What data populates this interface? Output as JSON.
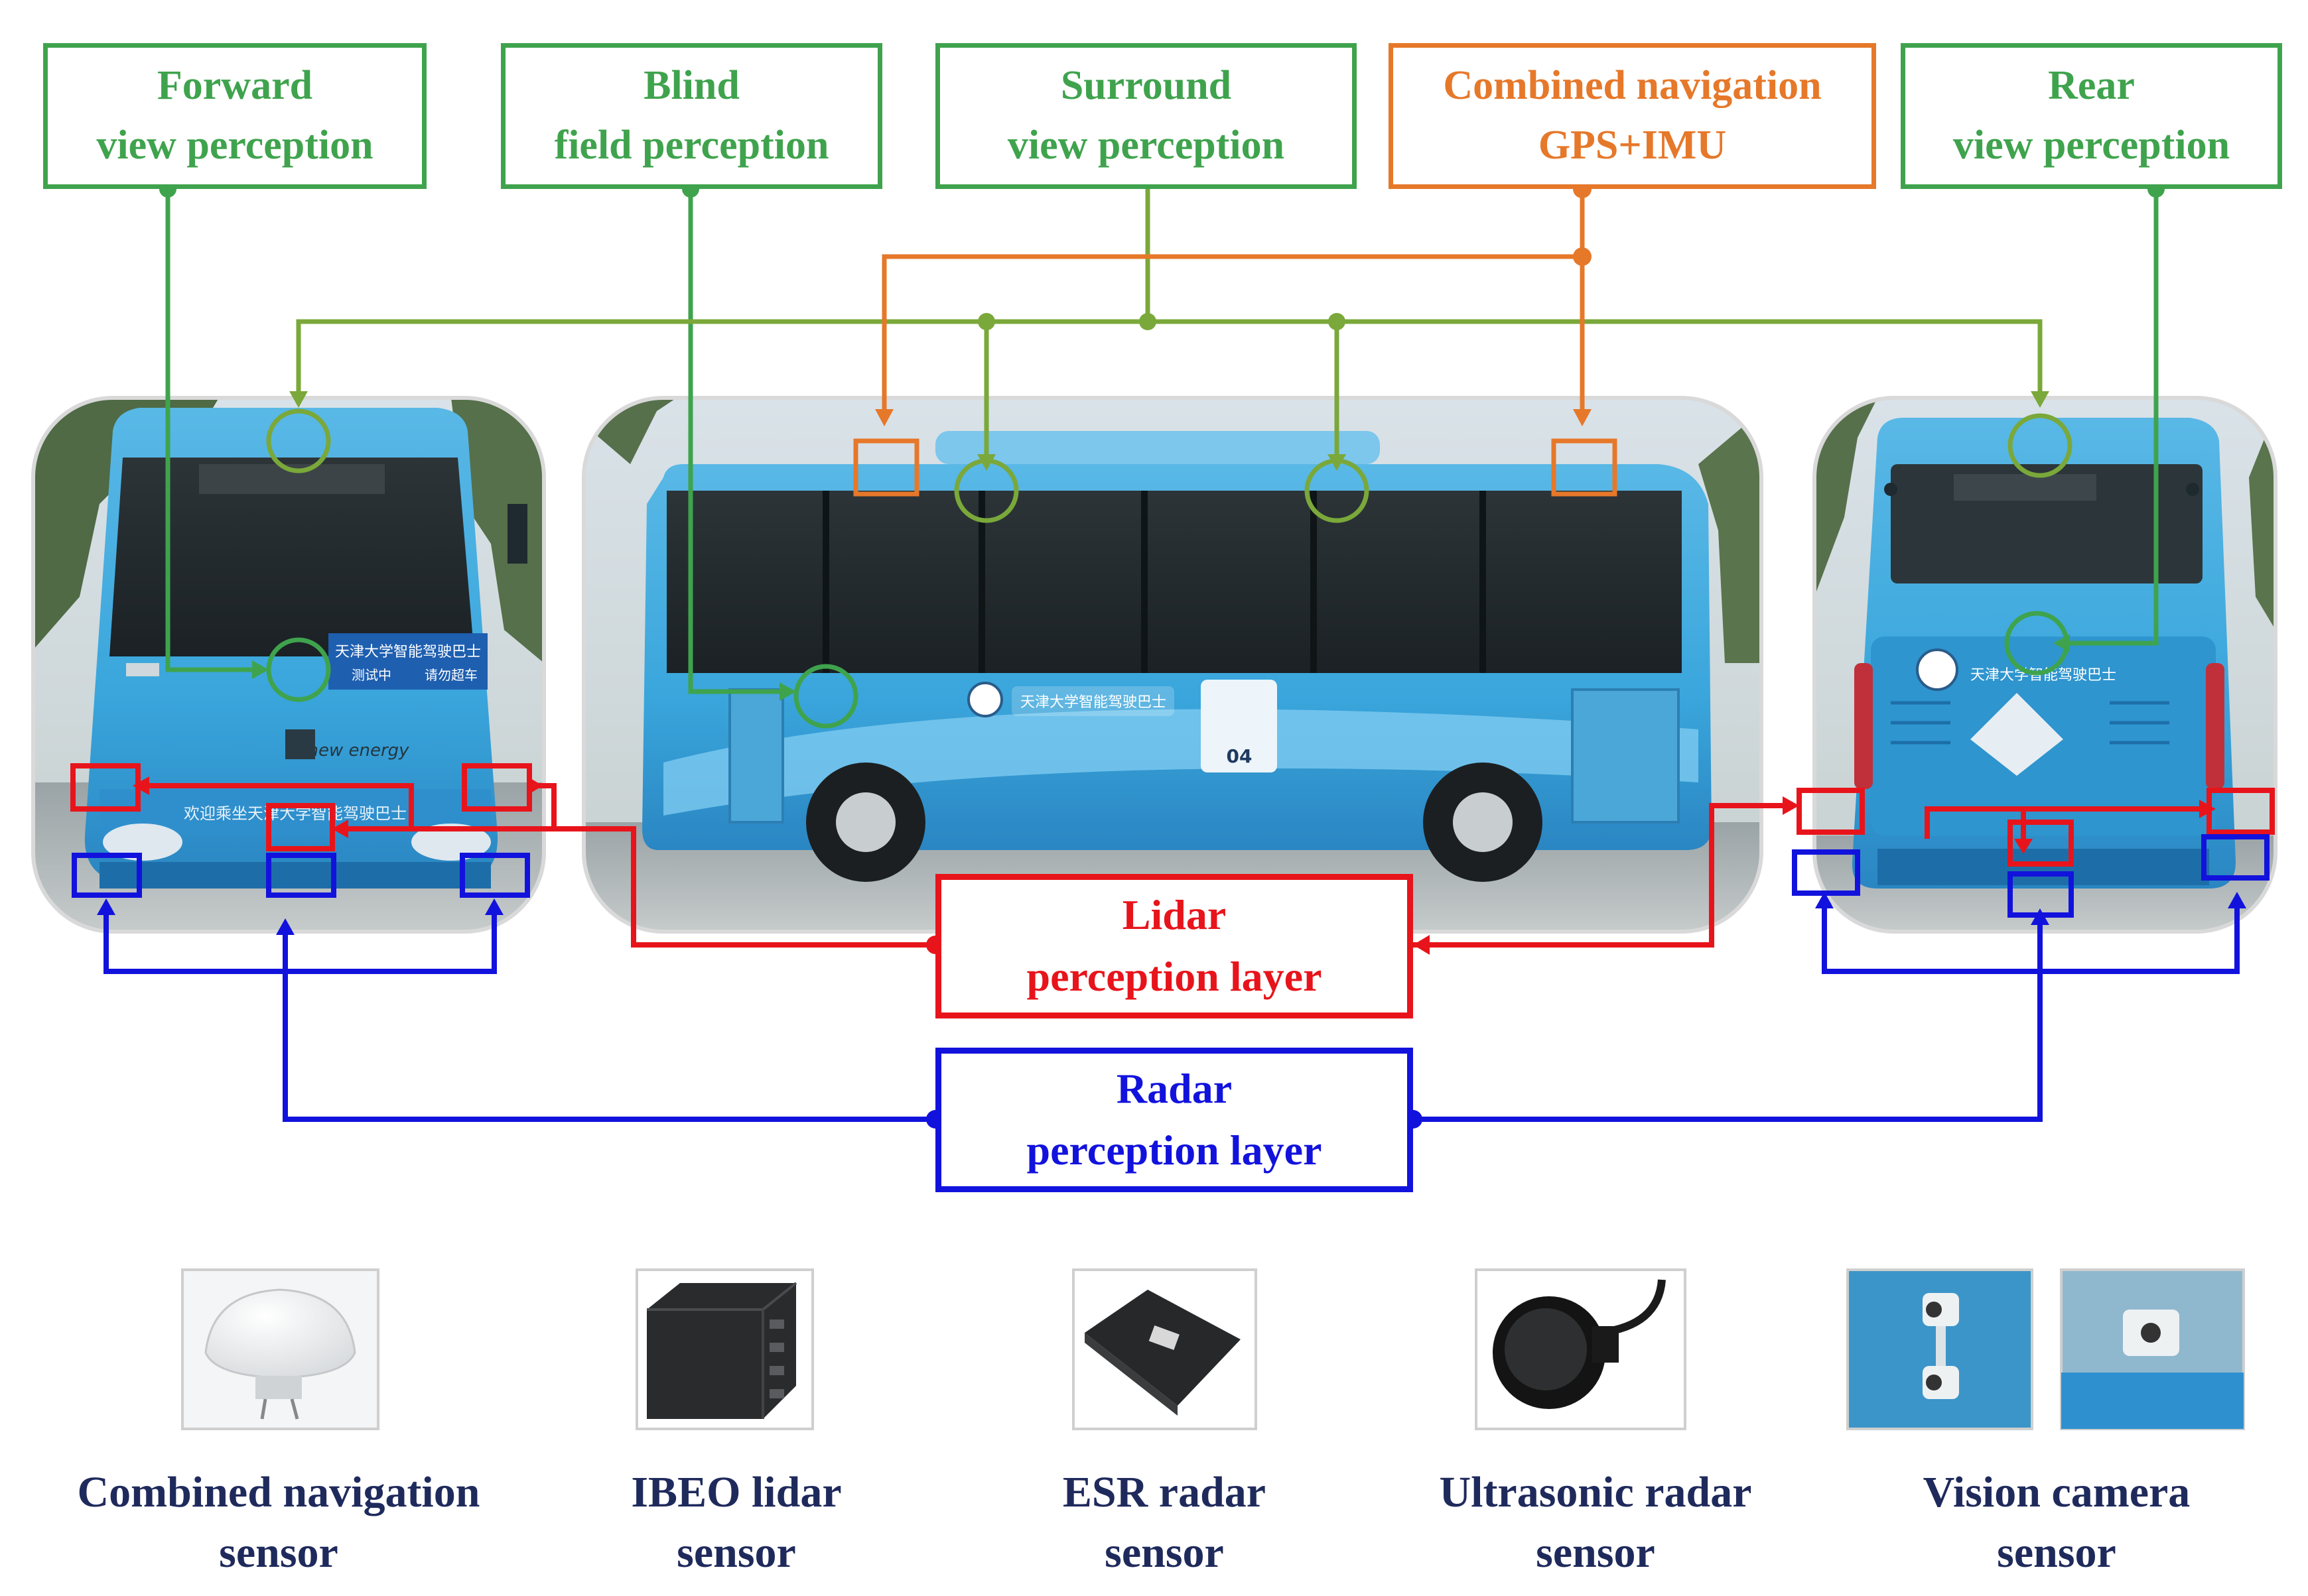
{
  "top_boxes": {
    "forward": [
      "Forward",
      "view perception"
    ],
    "blind": [
      "Blind",
      "field perception"
    ],
    "surround": [
      "Surround",
      "view perception"
    ],
    "navigation": [
      "Combined navigation",
      "GPS+IMU"
    ],
    "rear": [
      "Rear",
      "view perception"
    ]
  },
  "layers": {
    "lidar": [
      "Lidar",
      "perception layer"
    ],
    "radar": [
      "Radar",
      "perception layer"
    ]
  },
  "bus_signs": {
    "front_sign_1": "天津大学智能驾驶巴士",
    "front_sign_2": "测试中",
    "front_sign_3": "请勿超车",
    "front_banner": "欢迎乘坐天津大学智能驾驶巴士",
    "front_brand": "new energy",
    "side_banner": "天津大学智能驾驶巴士",
    "side_number": "04",
    "rear_banner": "天津大学智能驾驶巴士"
  },
  "sensors": [
    [
      "Combined navigation",
      "sensor"
    ],
    [
      "IBEO lidar",
      "sensor"
    ],
    [
      "ESR radar",
      "sensor"
    ],
    [
      "Ultrasonic radar",
      "sensor"
    ],
    [
      "Vision camera",
      "sensor"
    ]
  ],
  "colors": {
    "vision": "#3fa34d",
    "surround_line": "#7aa83a",
    "navigation": "#e6782a",
    "lidar": "#e8141b",
    "radar": "#1212dd",
    "caption": "#1f2a5c",
    "bus_blue": "#3aa6dc"
  }
}
